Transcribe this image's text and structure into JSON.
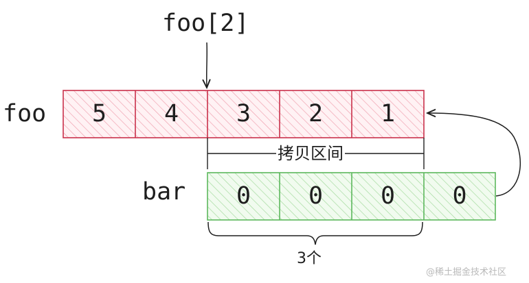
{
  "pointer_label": "foo[2]",
  "foo": {
    "label": "foo",
    "values": [
      "5",
      "4",
      "3",
      "2",
      "1"
    ]
  },
  "bar": {
    "label": "bar",
    "values": [
      "0",
      "0",
      "0",
      "0"
    ]
  },
  "copy_range_label": "拷贝区间",
  "count_label": "3个",
  "watermark": "@稀土掘金技术社区",
  "colors": {
    "foo_stroke": "#c9304a",
    "foo_fill": "#ffe3e8",
    "bar_stroke": "#5cb85c",
    "bar_fill": "#e6f7e3",
    "ink": "#1e1e1e"
  }
}
